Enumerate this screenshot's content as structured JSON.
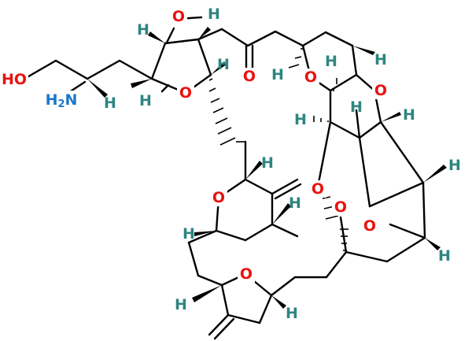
{
  "colors": {
    "bond": "#000000",
    "oxygen": "#e8130f",
    "nitrogen": "#1c78c8",
    "hydrogen": "#2e8582"
  },
  "atoms": {
    "oxygen": "O",
    "nitrogen": "N",
    "hydrogen": "H",
    "hydroxyl": "HO",
    "amino_prefix": "H",
    "amino_subscript": "2",
    "amino_suffix": "N"
  }
}
